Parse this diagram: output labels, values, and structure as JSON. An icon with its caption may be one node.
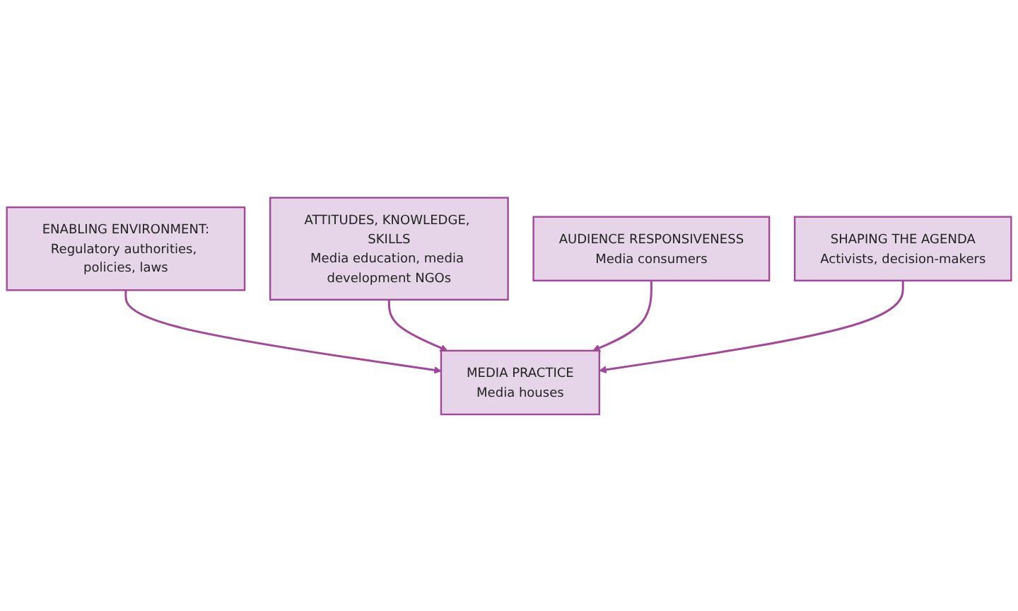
{
  "diagram": {
    "nodes": [
      {
        "text": [
          "ENABLING ENVIRONMENT:",
          "Regulatory authorities, policies, laws"
        ]
      },
      {
        "text": [
          "ATTITUDES, KNOWLEDGE, SKILLS",
          "Media education, media development NGOs"
        ]
      },
      {
        "text": [
          "MEDIA PRACTICE",
          "Media houses"
        ]
      },
      {
        "text": [
          "AUDIENCE RESPONSIVENESS",
          "Media consumers"
        ]
      },
      {
        "text": [
          "SHAPING THE AGENDA",
          "Activists, decision-makers"
        ]
      }
    ],
    "edges": [
      {
        "from": 0,
        "to": 2,
        "arrow": "to"
      },
      {
        "from": 1,
        "to": 2,
        "arrow": "to"
      },
      {
        "from": 3,
        "to": 2,
        "arrow": "to"
      },
      {
        "from": 4,
        "to": 2,
        "arrow": "to"
      }
    ]
  }
}
